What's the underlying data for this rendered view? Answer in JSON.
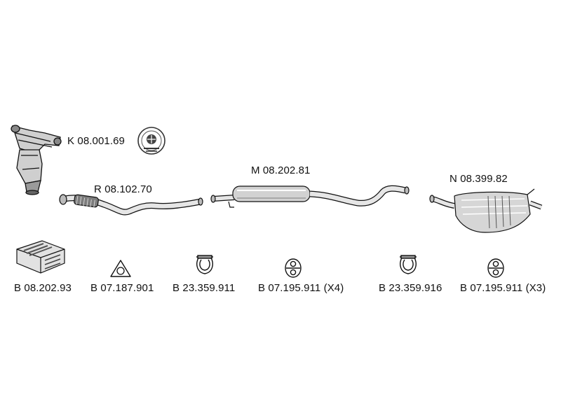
{
  "main_parts": {
    "catalyst": "K 08.001.69",
    "front_pipe": "R 08.102.70",
    "middle_silencer": "M 08.202.81",
    "rear_silencer": "N 08.399.82"
  },
  "accessories": [
    "B 08.202.93",
    "B 07.187.901",
    "B 23.359.911",
    "B 07.195.911 (X4)",
    "B 23.359.916",
    "B 07.195.911 (X3)"
  ]
}
